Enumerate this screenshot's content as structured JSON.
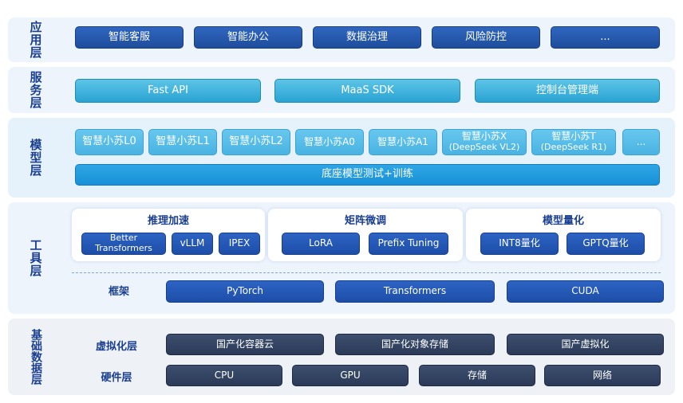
{
  "layers": {
    "app": {
      "label": "应用层",
      "items": [
        "智能客服",
        "智能办公",
        "数据治理",
        "风险防控",
        "..."
      ]
    },
    "service": {
      "label": "服务层",
      "items": [
        "Fast API",
        "MaaS SDK",
        "控制台管理端"
      ]
    },
    "model": {
      "label": "模型层",
      "items": [
        {
          "name": "智慧小苏L0",
          "sub": ""
        },
        {
          "name": "智慧小苏L1",
          "sub": ""
        },
        {
          "name": "智慧小苏L2",
          "sub": ""
        },
        {
          "name": "智慧小苏A0",
          "sub": ""
        },
        {
          "name": "智慧小苏A1",
          "sub": ""
        },
        {
          "name": "智慧小苏X",
          "sub": "(DeepSeek VL2)"
        },
        {
          "name": "智慧小苏T",
          "sub": "(DeepSeek R1)"
        },
        {
          "name": "...",
          "sub": ""
        }
      ],
      "base": "底座模型测试+训练"
    },
    "tool": {
      "label": "工具层",
      "groups": [
        {
          "title": "推理加速",
          "items": [
            "Better Transformers",
            "vLLM",
            "IPEX"
          ]
        },
        {
          "title": "矩阵微调",
          "items": [
            "LoRA",
            "Prefix Tuning"
          ]
        },
        {
          "title": "模型量化",
          "items": [
            "INT8量化",
            "GPTQ量化"
          ]
        }
      ],
      "framework_label": "框架",
      "frameworks": [
        "PyTorch",
        "Transformers",
        "CUDA"
      ]
    },
    "infra": {
      "label": "基础数据层",
      "virt_label": "虚拟化层",
      "virt_items": [
        "国产化容器云",
        "国产化对象存储",
        "国产虚拟化"
      ],
      "hw_label": "硬件层",
      "hw_items": [
        "CPU",
        "GPU",
        "存储",
        "网络"
      ]
    }
  }
}
